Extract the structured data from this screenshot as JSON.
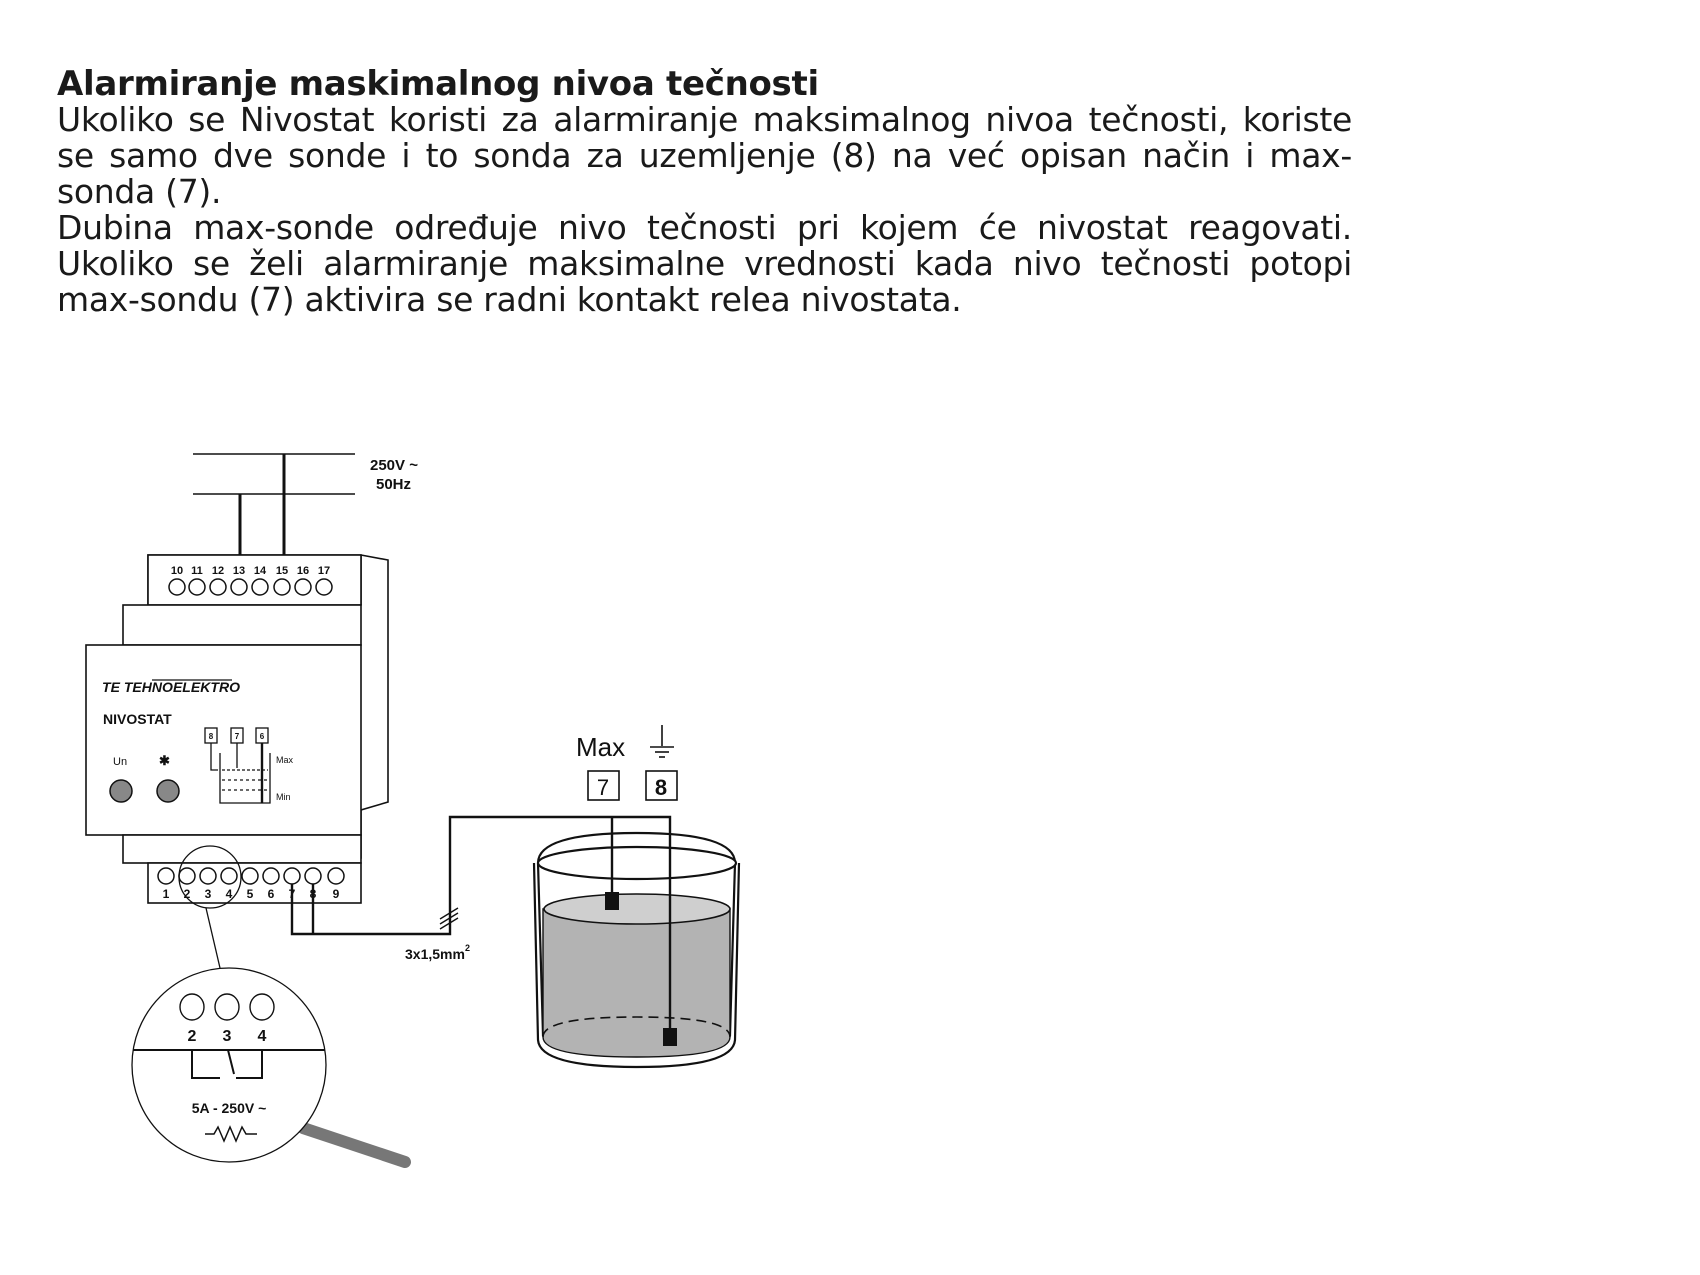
{
  "document": {
    "heading": "Alarmiranje maskimalnog nivoa tečnosti",
    "paragraphs": [
      "Ukoliko se Nivostat koristi za alarmiranje maksimalnog nivoa tečnosti, koriste se samo dve sonde i to sonda za uzemljenje (8) na već opisan način i max-sonda (7).",
      "Dubina max-sonde određuje nivo tečnosti pri kojem će nivostat reagovati. Ukoliko se želi alarmiranje maksimalne vrednosti kada nivo tečnosti potopi max-sondu (7) aktivira se radni kontakt relea nivostata."
    ]
  },
  "diagram": {
    "supply_voltage": "250V ~",
    "supply_frequency": "50Hz",
    "top_terminals": [
      "10",
      "11",
      "12",
      "13",
      "14",
      "15",
      "16",
      "17"
    ],
    "bottom_terminals": [
      "1",
      "2",
      "3",
      "4",
      "5",
      "6",
      "7",
      "8",
      "9"
    ],
    "brand": "TE TEHNOELEKTRO",
    "device_name": "NIVOSTAT",
    "indicator_un": "Un",
    "indicator_relay": "✱",
    "mini_probe_labels": [
      "8",
      "7",
      "6"
    ],
    "level_max": "Max",
    "level_min": "Min",
    "probe_max_label": "Max",
    "probe_max_terminal": "7",
    "probe_ground_terminal": "8",
    "cable_spec": "3x1,5mm",
    "cable_spec_sup": "2",
    "detail_terminals": [
      "2",
      "3",
      "4"
    ],
    "contact_rating": "5A - 250V ~",
    "colors": {
      "line": "#111111",
      "liquid": "#b3b3b3"
    }
  }
}
